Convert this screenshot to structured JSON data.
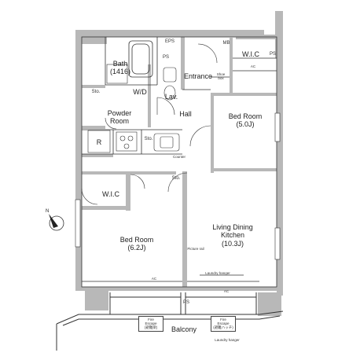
{
  "rooms": {
    "bath": "Bath",
    "bath_size": "(1416)",
    "wd": "W/D",
    "lav": "Lav.",
    "entrance": "Entrance",
    "hall": "Hall",
    "powder_room_1": "Powder",
    "powder_room_2": "Room",
    "bedroom_top": "Bed Room",
    "bedroom_top_size": "(5.0J)",
    "bedroom_left": "Bed Room",
    "bedroom_left_size": "(6.2J)",
    "ldk_1": "Living Dining",
    "ldk_2": "Kitchen",
    "ldk_size": "(10.3J)",
    "wic_top": "W.I.C",
    "wic_left": "W.I.C",
    "balcony": "Balcony",
    "refrigerator": "R"
  },
  "small_labels": {
    "eps": "EPS",
    "ps_bath": "PS",
    "ps_wic": "PS",
    "ps_balcony": "PS",
    "mb": "MB",
    "shoe_box_1": "Shoe",
    "shoe_box_2": "box",
    "sto_powder": "Sto.",
    "sto_kitchen": "Sto.",
    "sto_hall": "Sto.",
    "counter": "Counter",
    "picture_rail": "Picture rail",
    "laundry_hanger_ldk": "Laundry hanger",
    "laundry_hanger_balcony": "Laundry hanger",
    "ac_bed_left": "AC",
    "ac_ldk": "AC",
    "ac_wic": "AC",
    "fire_escape_left_1": "Fire",
    "fire_escape_left_2": "Escape",
    "fire_escape_left_3": "(避難梁)",
    "fire_escape_right_1": "Fire",
    "fire_escape_right_2": "Escape",
    "fire_escape_right_3": "(避難ハッチ)"
  },
  "colors": {
    "wall": "#b8b8b8",
    "line": "#333333",
    "background": "#ffffff"
  },
  "icons": {
    "north": "north-arrow-icon"
  }
}
